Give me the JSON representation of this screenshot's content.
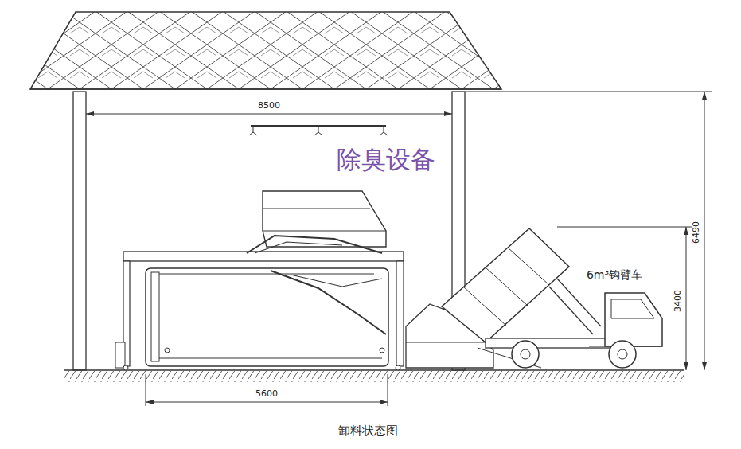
{
  "diagram": {
    "caption": "卸料状态图",
    "labels": [
      "8500",
      "除臭设备",
      "6m³钩臂车",
      "6490",
      "3400",
      "5600"
    ]
  }
}
